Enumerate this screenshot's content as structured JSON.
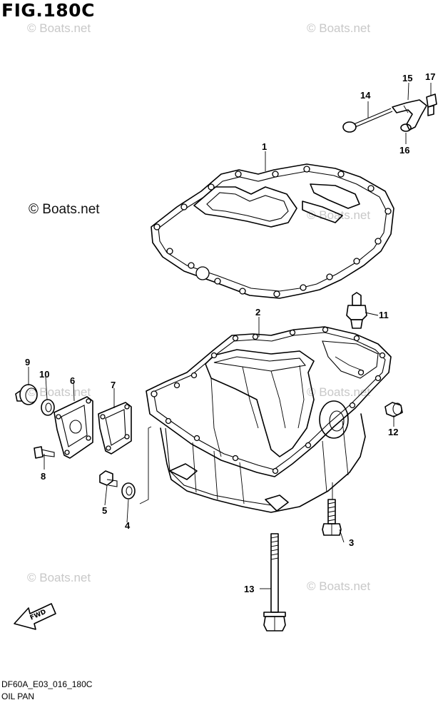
{
  "figure": {
    "title": "FIG.180C",
    "code": "DF60A_E03_016_180C",
    "name": "OIL PAN"
  },
  "watermarks": {
    "main": "© Boats.net",
    "faint": "© Boats.net"
  },
  "fwd_label": "FWD",
  "callouts": [
    "1",
    "2",
    "3",
    "4",
    "5",
    "6",
    "7",
    "8",
    "9",
    "10",
    "11",
    "12",
    "13",
    "14",
    "15",
    "16",
    "17"
  ]
}
